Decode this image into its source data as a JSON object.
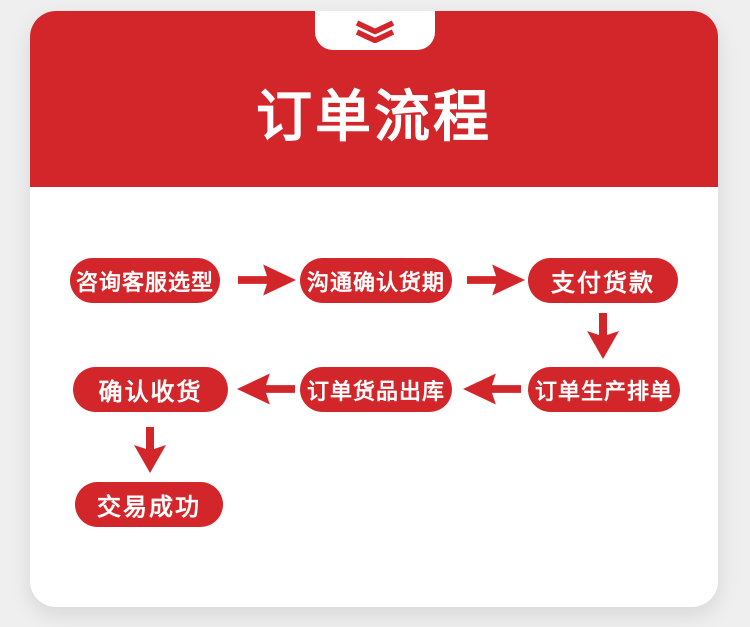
{
  "header": {
    "title": "订单流程"
  },
  "flow": {
    "steps": [
      "咨询客服选型",
      "沟通确认货期",
      "支付货款",
      "订单生产排单",
      "订单货品出库",
      "确认收货",
      "交易成功"
    ]
  },
  "colors": {
    "accent_red": "#d2262a",
    "card_background": "#ffffff",
    "page_background": "#efeff0",
    "step_text": "#ffffff"
  },
  "icons": {
    "header_notch": "double-chevron-down"
  }
}
